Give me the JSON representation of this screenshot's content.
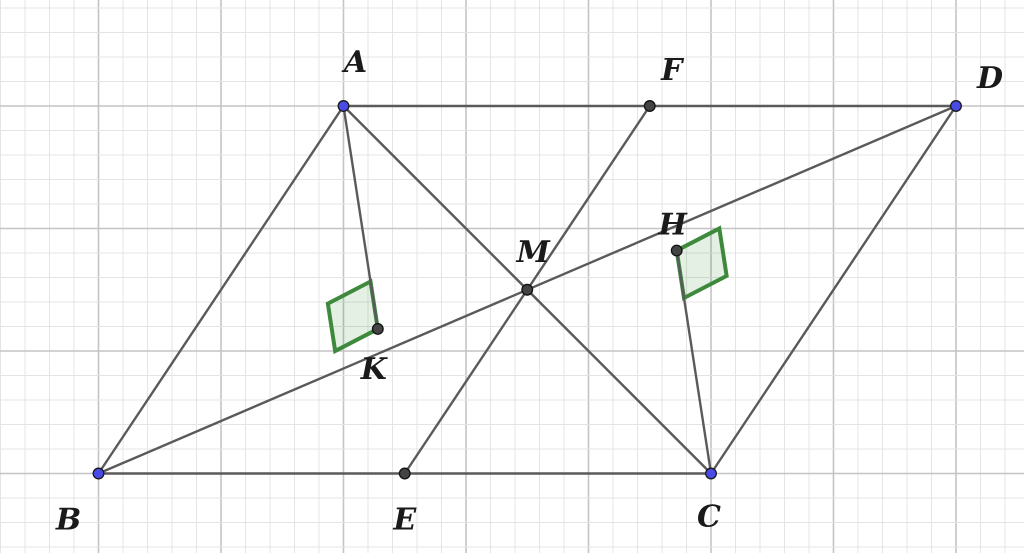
{
  "points": {
    "A": {
      "label": "A",
      "style": "free",
      "x": 5,
      "y": 3
    },
    "B": {
      "label": "B",
      "style": "free",
      "x": 3,
      "y": 0
    },
    "C": {
      "label": "C",
      "style": "free",
      "x": 8,
      "y": 0
    },
    "D": {
      "label": "D",
      "style": "free",
      "x": 10,
      "y": 3
    },
    "E": {
      "label": "E",
      "style": "dependent",
      "x": 5.5,
      "y": 0
    },
    "F": {
      "label": "F",
      "style": "dependent",
      "x": 7.5,
      "y": 3
    },
    "M": {
      "label": "M",
      "style": "dependent",
      "x": 6.5,
      "y": 1.5
    },
    "H": {
      "label": "H",
      "style": "dependent",
      "x": 7.72,
      "y": 1.82
    },
    "K": {
      "label": "K",
      "style": "dependent",
      "x": 5.28,
      "y": 1.18
    }
  },
  "segments": [
    [
      "A",
      "D"
    ],
    [
      "B",
      "C"
    ],
    [
      "A",
      "B"
    ],
    [
      "C",
      "D"
    ],
    [
      "A",
      "C"
    ],
    [
      "B",
      "D"
    ],
    [
      "E",
      "F"
    ],
    [
      "A",
      "K"
    ],
    [
      "C",
      "H"
    ]
  ],
  "right_angles": [
    {
      "vertex": "K",
      "arm1": "A",
      "arm2": "B"
    },
    {
      "vertex": "H",
      "arm1": "C",
      "arm2": "D"
    }
  ],
  "grid": {
    "major_step": 1,
    "minor_divisions": 5
  },
  "colors": {
    "free_point": "#4a4ae8",
    "dependent_point": "#444444",
    "segment": "#5a5a5a",
    "right_angle": "#3d8a3d"
  }
}
